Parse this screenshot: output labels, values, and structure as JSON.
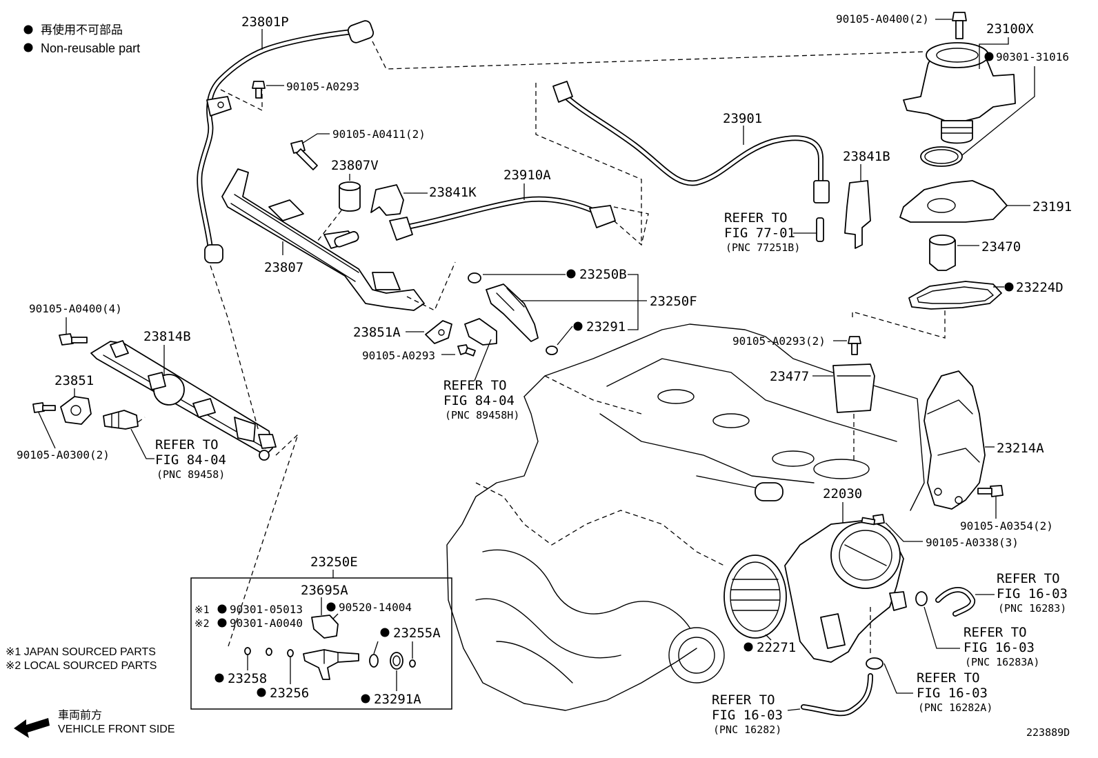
{
  "legend": {
    "jp": "再使用不可部品",
    "en": "Non-reusable part"
  },
  "sourcing_notes": [
    "※1  JAPAN SOURCED PARTS",
    "※2  LOCAL SOURCED PARTS"
  ],
  "front_side": {
    "jp": "車両前方",
    "en": "VEHICLE FRONT SIDE"
  },
  "diagram_id": "223889D",
  "kit_box_title": "23250E",
  "kit_note_1": "※1",
  "kit_note_2": "※2",
  "labels": {
    "p23801P": "23801P",
    "p90105_A0293_top": "90105-A0293",
    "p90105_A0411": "90105-A0411(2)",
    "p23807V": "23807V",
    "p23841K": "23841K",
    "p23910A": "23910A",
    "p23807": "23807",
    "p23901": "23901",
    "p23841B": "23841B",
    "p90105_A0400_2": "90105-A0400(2)",
    "p23100X": "23100X",
    "p90301_31016": "90301-31016",
    "p23191": "23191",
    "p23470": "23470",
    "p23224D": "23224D",
    "p23250B": "23250B",
    "p23250F": "23250F",
    "p23291": "23291",
    "p23851A": "23851A",
    "p90105_A0293_mid": "90105-A0293",
    "p90105_A0293_2": "90105-A0293(2)",
    "p23477": "23477",
    "p23214A": "23214A",
    "p90105_A0354": "90105-A0354(2)",
    "p22030": "22030",
    "p90105_A0338": "90105-A0338(3)",
    "p90105_A0400_4": "90105-A0400(4)",
    "p23814B": "23814B",
    "p23851": "23851",
    "p90105_A0300": "90105-A0300(2)",
    "p23695A": "23695A",
    "p90301_05013": "90301-05013",
    "p90520_14004": "90520-14004",
    "p90301_A0040": "90301-A0040",
    "p23255A": "23255A",
    "p23258": "23258",
    "p23256": "23256",
    "p23291A": "23291A",
    "p22271": "22271"
  },
  "refs": [
    {
      "id": "ref_77_01",
      "l1": "REFER TO",
      "l2": "FIG 77-01",
      "l3": "(PNC 77251B)"
    },
    {
      "id": "ref_84_04_mid",
      "l1": "REFER TO",
      "l2": "FIG 84-04",
      "l3": "(PNC 89458H)"
    },
    {
      "id": "ref_84_04_left",
      "l1": "REFER TO",
      "l2": "FIG 84-04",
      "l3": "(PNC 89458)"
    },
    {
      "id": "ref_16_03_a",
      "l1": "REFER TO",
      "l2": "FIG 16-03",
      "l3": "(PNC 16283)"
    },
    {
      "id": "ref_16_03_b",
      "l1": "REFER TO",
      "l2": "FIG 16-03",
      "l3": "(PNC 16283A)"
    },
    {
      "id": "ref_16_03_c",
      "l1": "REFER TO",
      "l2": "FIG 16-03",
      "l3": "(PNC 16282A)"
    },
    {
      "id": "ref_16_03_d",
      "l1": "REFER TO",
      "l2": "FIG 16-03",
      "l3": "(PNC 16282)"
    }
  ]
}
